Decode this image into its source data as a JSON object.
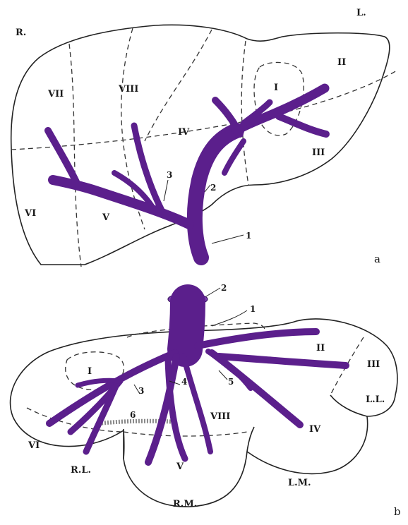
{
  "top": {
    "side_right": "R.",
    "side_left": "L.",
    "segments": [
      "VII",
      "VIII",
      "I",
      "II",
      "IV",
      "III",
      "VI",
      "V"
    ],
    "numbers": [
      "1",
      "2",
      "3"
    ],
    "panel": "a"
  },
  "bottom": {
    "segments": [
      "I",
      "II",
      "III",
      "VI",
      "VIII",
      "IV",
      "V"
    ],
    "lobes": [
      "R.L.",
      "R.M.",
      "L.M.",
      "L.L."
    ],
    "numbers": [
      "1",
      "2",
      "3",
      "4",
      "5",
      "6"
    ],
    "panel": "b"
  },
  "colors": {
    "vein": "#5b1f8c",
    "outline": "#222222",
    "background": "#ffffff"
  }
}
